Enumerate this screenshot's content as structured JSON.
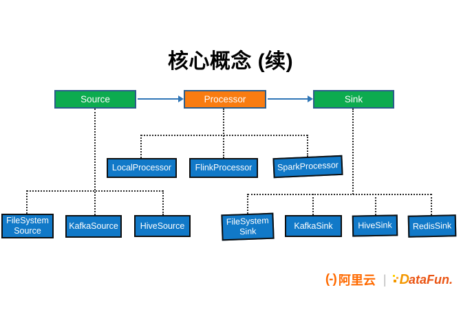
{
  "title": "核心概念 (续)",
  "colors": {
    "green": "#0CAB4F",
    "orange": "#F97C11",
    "blue_node": "#1179C8",
    "top_border": "#2B5C8A",
    "arrow": "#2E75B6",
    "connector": "#262626",
    "brand_orange": "#FF6A00",
    "datafun_orange": "#EA5514"
  },
  "nodes": {
    "source": {
      "label": "Source"
    },
    "processor": {
      "label": "Processor"
    },
    "sink": {
      "label": "Sink"
    },
    "local_processor": {
      "label": "LocalProcessor"
    },
    "flink_processor": {
      "label": "FlinkProcessor"
    },
    "spark_processor": {
      "label": "SparkProcessor"
    },
    "filesystem_source": {
      "label": "FileSystem\nSource"
    },
    "kafka_source": {
      "label": "KafkaSource"
    },
    "hive_source": {
      "label": "HiveSource"
    },
    "filesystem_sink": {
      "label": "FileSystem\nSink"
    },
    "kafka_sink": {
      "label": "KafkaSink"
    },
    "hive_sink": {
      "label": "HiveSink"
    },
    "redis_sink": {
      "label": "RedisSink"
    }
  },
  "footer": {
    "alibaba_mark": "(-)",
    "alibaba_name": "阿里云",
    "separator": "|",
    "datafun_d": "D",
    "datafun_rest": "ataFun."
  }
}
